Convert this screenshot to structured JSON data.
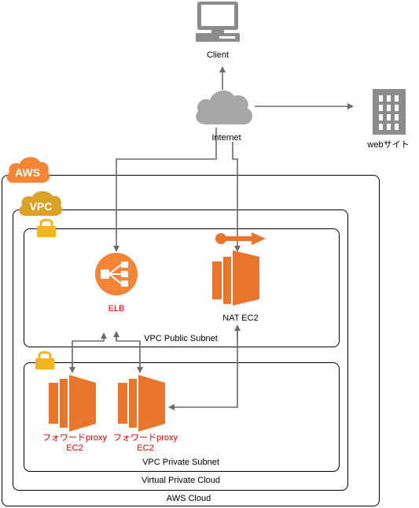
{
  "nodes": {
    "client": "Client",
    "internet": "Internet",
    "website": "webサイト",
    "elb": "ELB",
    "nat": "NAT EC2",
    "proxy1": [
      "フォワードproxy",
      "EC2"
    ],
    "proxy2": [
      "フォワードproxy",
      "EC2"
    ]
  },
  "groups": {
    "aws_badge": "AWS",
    "vpc_badge": "VPC",
    "aws_cloud": "AWS Cloud",
    "vpc": "Virtual Private Cloud",
    "public_subnet": "VPC Public Subnet",
    "private_subnet": "VPC Private Subnet"
  },
  "colors": {
    "aws_orange": "#f58536",
    "ec2_orange": "#e8752c",
    "vpc_gold": "#d9a229",
    "lock_gold": "#f2b41f",
    "icon_gray": "#8c8c8c",
    "cloud_gray": "#a6a6a6",
    "arrow_gray": "#6b6b6b",
    "label_red": "#e00000"
  },
  "icons": {
    "client": "computer-icon",
    "internet": "cloud-icon",
    "website": "building-icon",
    "elb": "load-balancer-icon",
    "nat": "nat-ec2-icon",
    "proxy": "ec2-instance-icon",
    "lock": "lock-icon"
  }
}
